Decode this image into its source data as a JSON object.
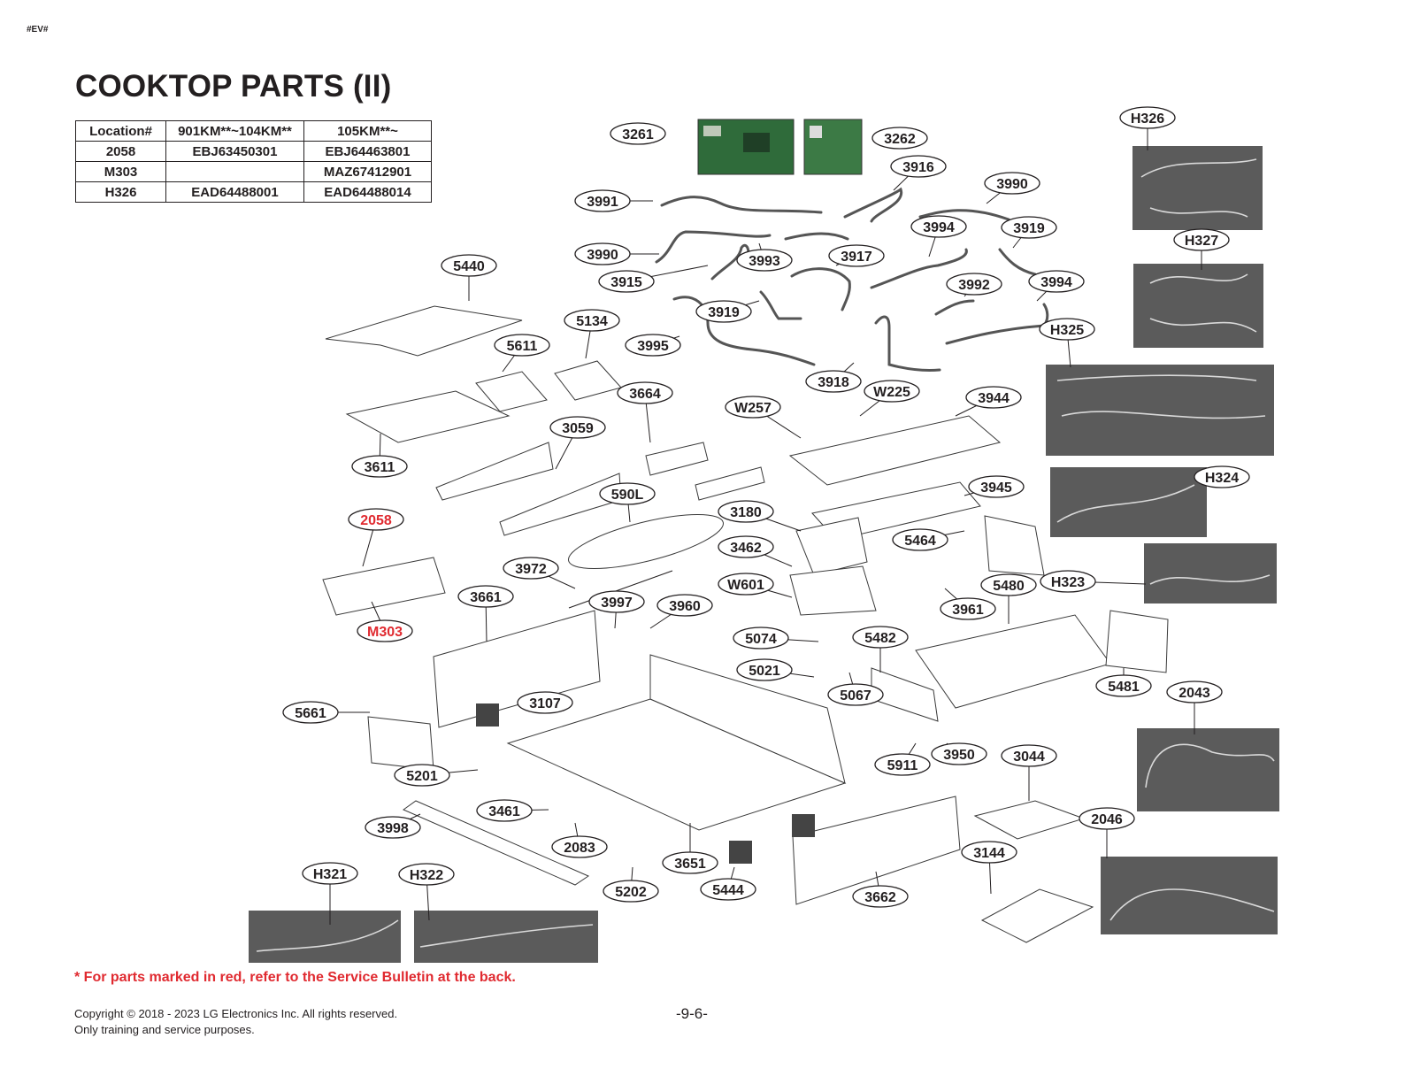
{
  "header": {
    "tag": "#EV#",
    "title": "COOKTOP PARTS (II)"
  },
  "location_table": {
    "headers": [
      "Location#",
      "901KM**~104KM**",
      "105KM**~"
    ],
    "rows": [
      [
        "2058",
        "EBJ63450301",
        "EBJ64463801"
      ],
      [
        "M303",
        "",
        "MAZ67412901"
      ],
      [
        "H326",
        "EAD64488001",
        "EAD64488014"
      ]
    ]
  },
  "callouts": [
    "3261",
    "3262",
    "3916",
    "3990",
    "3991",
    "3994",
    "3919",
    "3990",
    "3993",
    "3917",
    "3915",
    "3992",
    "3994",
    "5440",
    "5134",
    "5611",
    "3919",
    "3995",
    "3918",
    "W225",
    "W257",
    "3944",
    "3664",
    "3059",
    "3611",
    "3945",
    "590L",
    "3180",
    "5464",
    "2058",
    "3462",
    "W601",
    "3972",
    "3961",
    "5480",
    "3661",
    "3997",
    "3960",
    "5074",
    "5482",
    "M303",
    "5021",
    "3107",
    "5067",
    "5661",
    "3950",
    "3044",
    "5911",
    "5201",
    "3461",
    "3998",
    "2083",
    "3651",
    "5202",
    "5444",
    "3662",
    "3144",
    "H321",
    "H322",
    "H326",
    "H327",
    "H325",
    "H324",
    "H323",
    "5481",
    "2043",
    "2046"
  ],
  "red_callouts": [
    "2058",
    "M303"
  ],
  "footer": {
    "note": "* For parts marked in red, refer to the Service Bulletin at the back.",
    "copyright_line1": "Copyright © 2018 - 2023 LG Electronics Inc. All rights reserved.",
    "copyright_line2": "Only training and service purposes.",
    "page_number": "-9-6-"
  },
  "colors": {
    "text": "#231f20",
    "red": "#e02a30",
    "photo": "#5b5b5b"
  }
}
